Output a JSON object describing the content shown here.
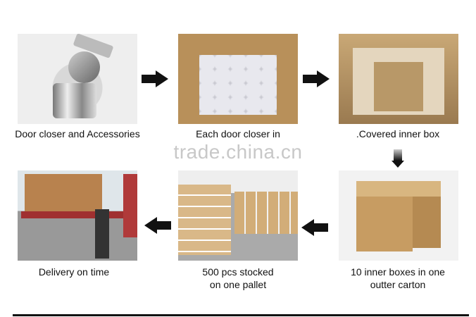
{
  "watermark": "trade.china.cn",
  "steps": [
    {
      "caption": "Door closer and Accessories",
      "photo": "stainless-door-closer"
    },
    {
      "caption": "Each door closer in",
      "photo": "bagged-closers-in-box"
    },
    {
      "caption": ".Covered inner box",
      "photo": "covered-inner-box"
    },
    {
      "caption_line1": "10 inner boxes in one",
      "caption_line2": "outter carton",
      "photo": "outer-carton"
    },
    {
      "caption_line1": "500 pcs stocked",
      "caption_line2": "on one pallet",
      "photo": "pallet-of-boxes"
    },
    {
      "caption": "Delivery on time",
      "photo": "truck-loading"
    }
  ]
}
